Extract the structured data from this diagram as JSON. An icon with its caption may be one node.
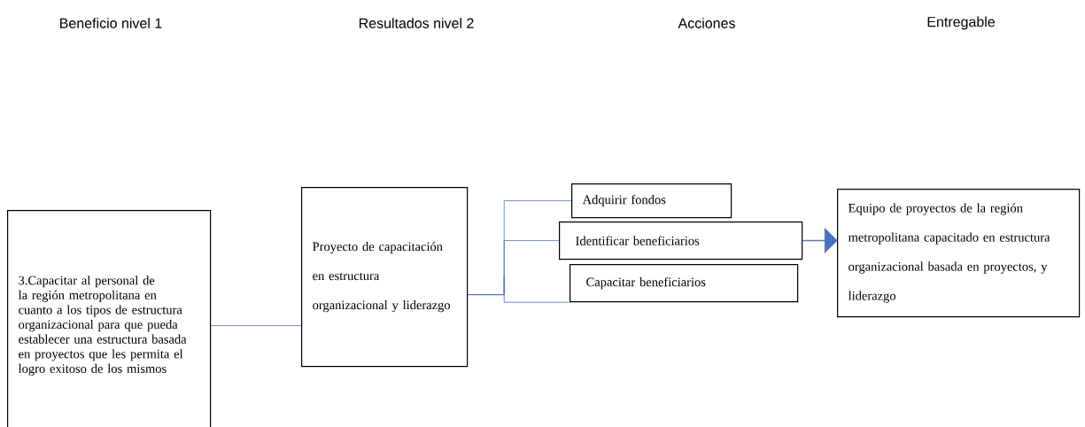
{
  "diagram": {
    "nodes": [
      {
        "text": [
          "3.Capacitar al personal de la región metropolitana en cuanto a los tipos de estructura organizacional para que pueda establecer una estructura basada en proyectos que les permita el logro exitoso de los mismos"
        ]
      },
      {
        "text": [
          "Proyecto de capacitación en estructura organizacional y liderazgo"
        ]
      },
      {
        "text": [
          "Adquirir fondos"
        ]
      },
      {
        "text": [
          "Identificar beneficiarios"
        ]
      },
      {
        "text": [
          "Capacitar beneficiarios"
        ]
      },
      {
        "text": [
          "Equipo de proyectos de la región metropolitana capacitado en estructura organizacional basada en proyectos, y liderazgo"
        ]
      }
    ],
    "edges": [
      {
        "from": 0,
        "to": 1,
        "arrow": "none"
      },
      {
        "from": 1,
        "to": 2,
        "arrow": "none"
      },
      {
        "from": 1,
        "to": 3,
        "arrow": "none"
      },
      {
        "from": 1,
        "to": 4,
        "arrow": "none"
      },
      {
        "from": 3,
        "to": 5,
        "arrow": "to",
        "style": "thick"
      }
    ],
    "labels": [
      "Beneficio nivel 1",
      "Resultados nivel 2",
      "Acciones",
      "Entregable"
    ]
  }
}
